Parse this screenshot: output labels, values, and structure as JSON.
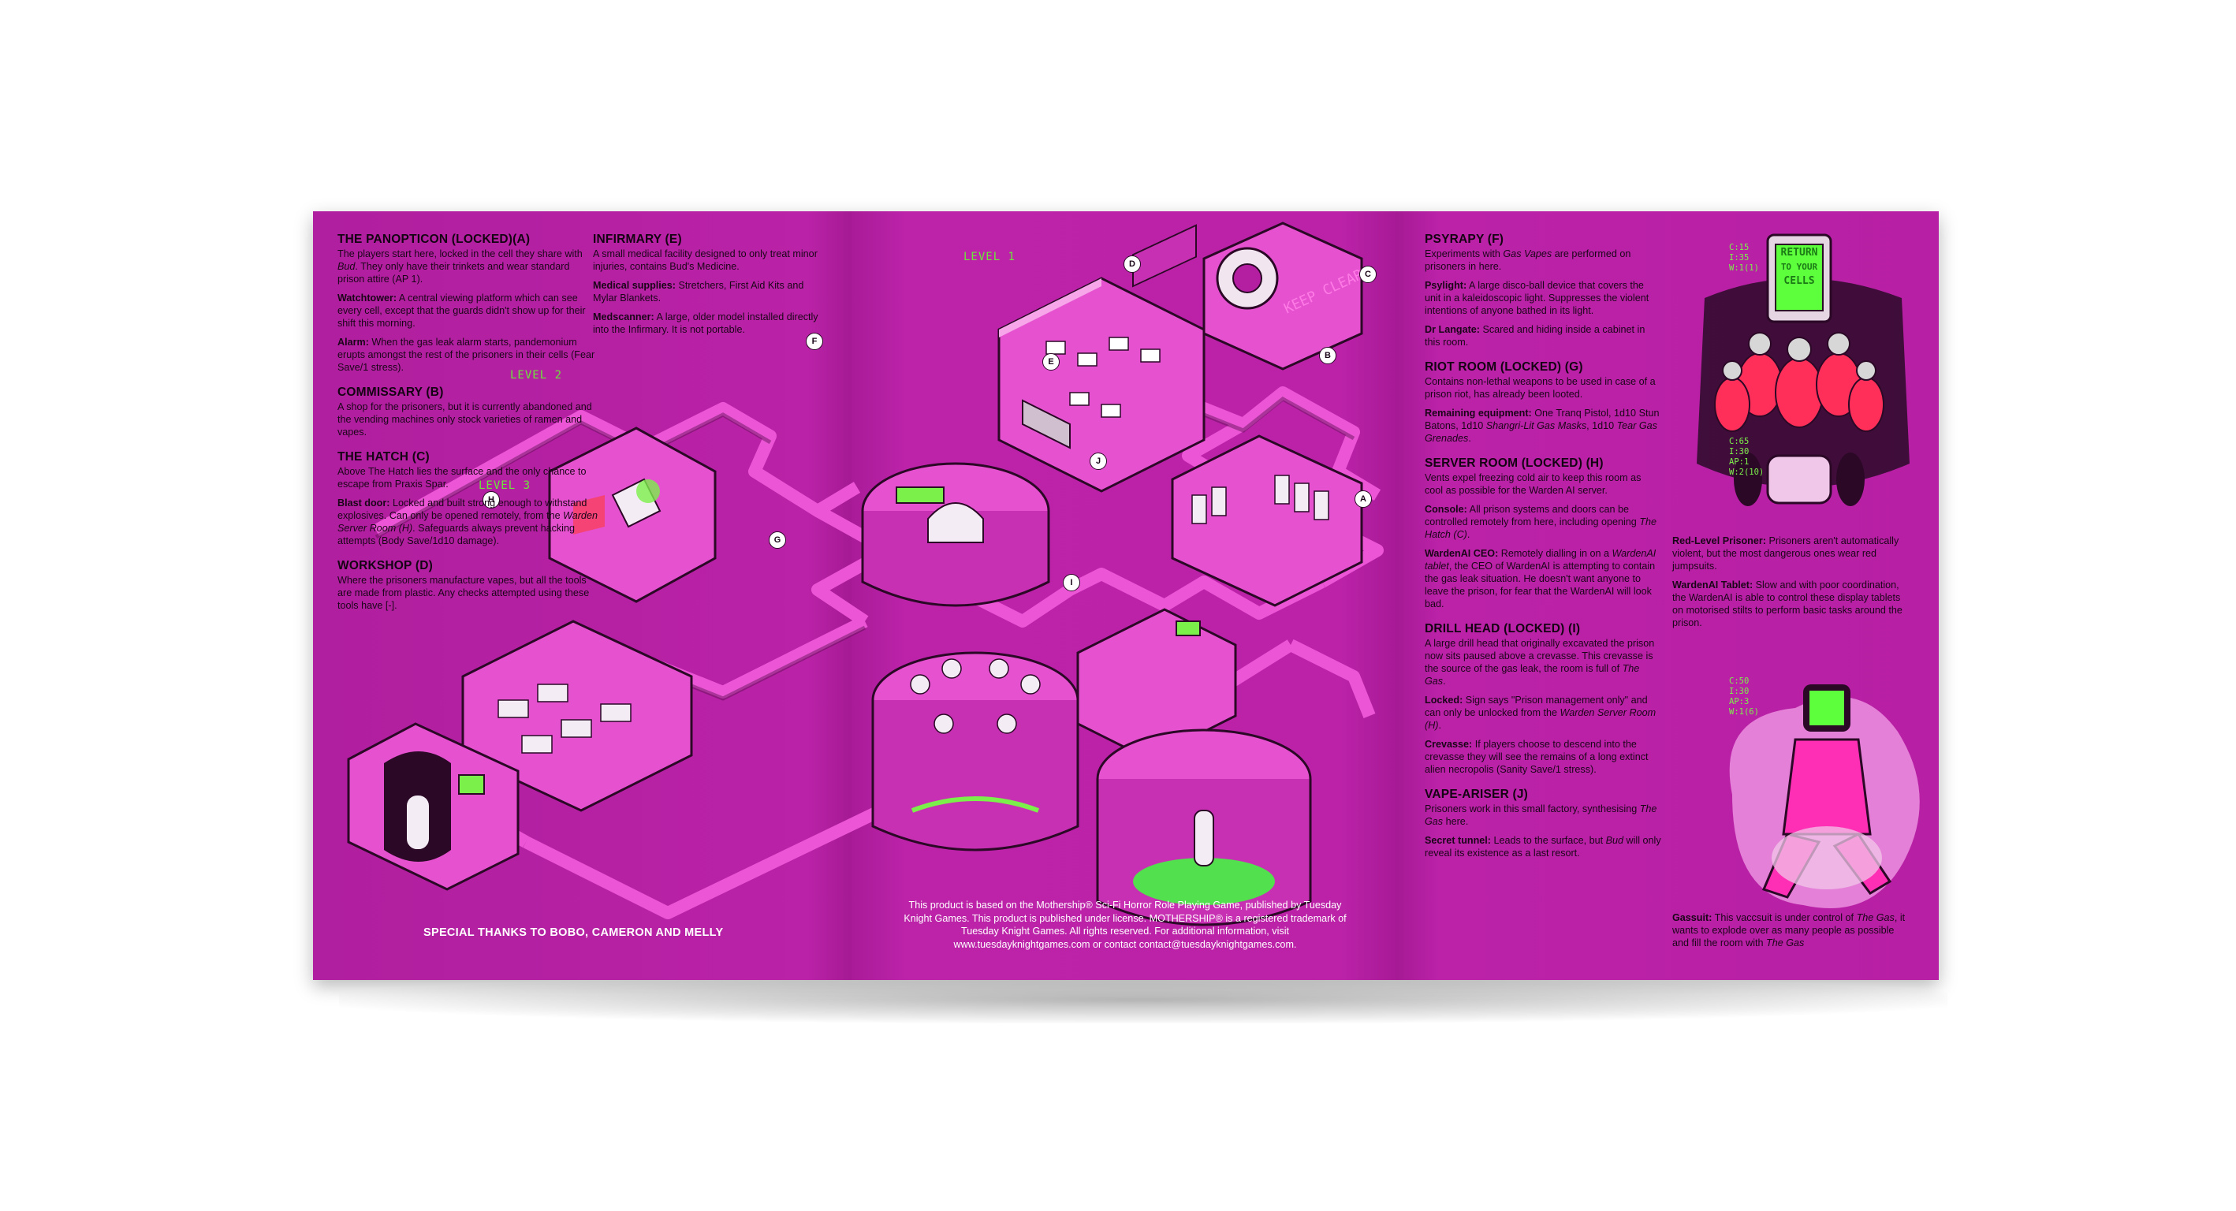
{
  "col1": {
    "panopticon": {
      "title": "THE PANOPTICON (LOCKED)(A)",
      "p1_a": "The players start here, locked in the cell they share with ",
      "p1_b": "Bud",
      "p1_c": ". They only have their trinkets and wear standard prison attire (AP 1).",
      "watchtower_label": "Watchtower:",
      "watchtower_text": " A central viewing platform which can see every cell, except that the guards didn't show up for their shift this morning.",
      "alarm_label": "Alarm:",
      "alarm_text": " When the gas leak alarm starts, pandemonium erupts amongst the rest of the prisoners in their cells (Fear Save/1 stress)."
    },
    "commissary": {
      "title": "COMMISSARY (B)",
      "p1": "A shop for the prisoners, but it is currently abandoned and the vending machines only stock varieties of ramen and vapes."
    },
    "hatch": {
      "title": "THE HATCH (C)",
      "p1": "Above The Hatch lies the surface and the only chance to escape from Praxis Spar.",
      "blast_label": "Blast door:",
      "blast_a": " Locked and built strong enough to withstand explosives. Can only be opened remotely, from the ",
      "blast_b": "Warden Server Room (H)",
      "blast_c": ". Safeguards always prevent hacking attempts (Body Save/1d10 damage)."
    },
    "workshop": {
      "title": "WORKSHOP (D)",
      "p1": "Where the prisoners manufacture vapes, but all the tools are made from plastic. Any checks attempted using these tools have [-]."
    }
  },
  "col2": {
    "infirmary": {
      "title": "INFIRMARY (E)",
      "p1": "A small medical facility designed to only treat minor injuries, contains Bud's Medicine.",
      "med_label": "Medical supplies:",
      "med_text": " Stretchers, First Aid Kits and Mylar Blankets.",
      "scan_label": "Medscanner:",
      "scan_text": " A large, older model installed directly into the Infirmary. It is not portable."
    }
  },
  "col3": {
    "psyrapy": {
      "title": "PSYRAPY (F)",
      "p1_a": "Experiments with ",
      "p1_b": "Gas Vapes",
      "p1_c": " are performed on prisoners in here.",
      "psy_label": "Psylight:",
      "psy_text": " A large disco-ball device that covers the unit in a kaleidoscopic light. Suppresses the violent intentions of anyone bathed in its light.",
      "dr_label": "Dr Langate:",
      "dr_text": " Scared and hiding inside a cabinet in this room."
    },
    "riot": {
      "title": "RIOT ROOM (LOCKED) (G)",
      "p1": "Contains non-lethal weapons to be used in case of a prison riot, has already been looted.",
      "rem_label": "Remaining equipment:",
      "rem_a": " One Tranq Pistol, 1d10 Stun Batons, 1d10 ",
      "rem_b": "Shangri-Lit Gas Masks",
      "rem_c": ", 1d10 ",
      "rem_d": "Tear Gas Grenades",
      "rem_e": "."
    },
    "server": {
      "title": "SERVER ROOM (LOCKED) (H)",
      "p1": "Vents expel freezing cold air to keep this room as cool as possible for the Warden AI server.",
      "console_label": "Console:",
      "console_a": " All prison systems and doors can be controlled remotely from here, including opening ",
      "console_b": "The Hatch (C)",
      "console_c": ".",
      "ceo_label": "WardenAI CEO:",
      "ceo_a": " Remotely dialling in on a ",
      "ceo_b": "WardenAI tablet",
      "ceo_c": ", the CEO of WardenAI is attempting to contain the gas leak situation. He doesn't want anyone to leave the prison, for fear that the WardenAI will look bad."
    },
    "drill": {
      "title": "DRILL HEAD (LOCKED) (I)",
      "p1_a": "A large drill head that originally excavated the prison now sits paused above a crevasse. This crevasse is the source of the gas leak, the room is full of ",
      "p1_b": "The Gas",
      "p1_c": ".",
      "locked_label": "Locked:",
      "locked_a": " Sign says \"Prison management only\" and can only be unlocked from the ",
      "locked_b": "Warden Server Room (H)",
      "locked_c": ".",
      "crev_label": "Crevasse:",
      "crev_text": " If players choose to descend into the crevasse they will see the remains of a long extinct alien necropolis (Sanity Save/1 stress)."
    },
    "vape": {
      "title": "VAPE-ARISER (J)",
      "p1_a": "Prisoners work in this small factory, synthesising ",
      "p1_b": "The Gas",
      "p1_c": " here.",
      "tunnel_label": "Secret tunnel:",
      "tunnel_a": " Leads to the surface, but ",
      "tunnel_b": "Bud",
      "tunnel_c": " will only reveal its existence as a last resort."
    }
  },
  "col4": {
    "red_label": "Red-Level Prisoner:",
    "red_text": " Prisoners aren't automatically violent, but the most dangerous ones wear red jumpsuits.",
    "tablet_label": "WardenAI Tablet:",
    "tablet_text": " Slow and with poor coordination, the WardenAI is able to control these display tablets on motorised stilts to perform basic tasks around the prison.",
    "gassuit_label": "Gassuit:",
    "gassuit_a": " This vaccsuit is under control of ",
    "gassuit_b": "The Gas",
    "gassuit_c": ", it wants to explode over as many people as possible and fill the room with ",
    "gassuit_d": "The Gas"
  },
  "levels": {
    "l1": "LEVEL 1",
    "l2": "LEVEL 2",
    "l3": "LEVEL 3"
  },
  "markers": {
    "a": "A",
    "b": "B",
    "c": "C",
    "d": "D",
    "e": "E",
    "f": "F",
    "g": "G",
    "h": "H",
    "i": "I",
    "j": "J"
  },
  "screen": {
    "line1": "RETURN",
    "line2": "TO YOUR",
    "line3": "CELLS"
  },
  "stats": {
    "tablet": [
      "C:15",
      "I:35",
      "W:1(1)"
    ],
    "prisoner": [
      "C:65",
      "I:30",
      "AP:1",
      "W:2(10)"
    ],
    "gassuit": [
      "C:50",
      "I:30",
      "AP:3",
      "W:1(6)"
    ]
  },
  "thanks": "SPECIAL THANKS TO BOBO, CAMERON AND MELLY",
  "legal": "This product is based on the Mothership® Sci-Fi Horror Role Playing Game, published by Tuesday Knight Games. This product is published under license. MOTHERSHIP® is a registered trademark of Tuesday Knight Games. All rights reserved. For additional information, visit www.tuesdayknightgames.com or contact contact@tuesdayknightgames.com.",
  "colors": {
    "paper": "#b41ea1",
    "ink": "#1a0518",
    "accent_green": "#6be63a",
    "floor": "#e94fd3"
  }
}
